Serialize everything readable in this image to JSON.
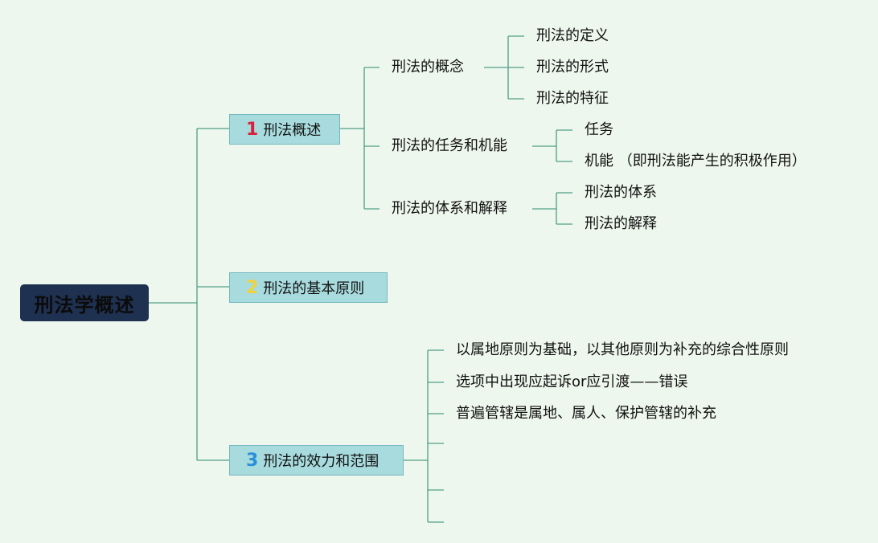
{
  "root": {
    "label": "刑法学概述"
  },
  "branches": [
    {
      "number": "1",
      "number_color": "#d9213e",
      "label": "刑法概述"
    },
    {
      "number": "2",
      "number_color": "#f2d23a",
      "label": "刑法的基本原则"
    },
    {
      "number": "3",
      "number_color": "#2b8fd9",
      "label": "刑法的效力和范围"
    }
  ],
  "b1_topics": [
    {
      "label": "刑法的概念",
      "children": [
        "刑法的定义",
        "刑法的形式",
        "刑法的特征"
      ]
    },
    {
      "label": "刑法的任务和机能",
      "children": [
        "任务",
        "机能 （即刑法能产生的积极作用）"
      ]
    },
    {
      "label": "刑法的体系和解释",
      "children": [
        "刑法的体系",
        "刑法的解释"
      ]
    }
  ],
  "b3_items": [
    "以属地原则为基础，以其他原则为补充的综合性原则",
    "选项中出现应起诉or应引渡——错误",
    "普遍管辖是属地、属人、保护管辖的补充",
    "",
    "",
    ""
  ],
  "colors": {
    "line": "#4f9e86",
    "root_bg": "#1f3150",
    "branch_bg": "#a8dbde"
  }
}
